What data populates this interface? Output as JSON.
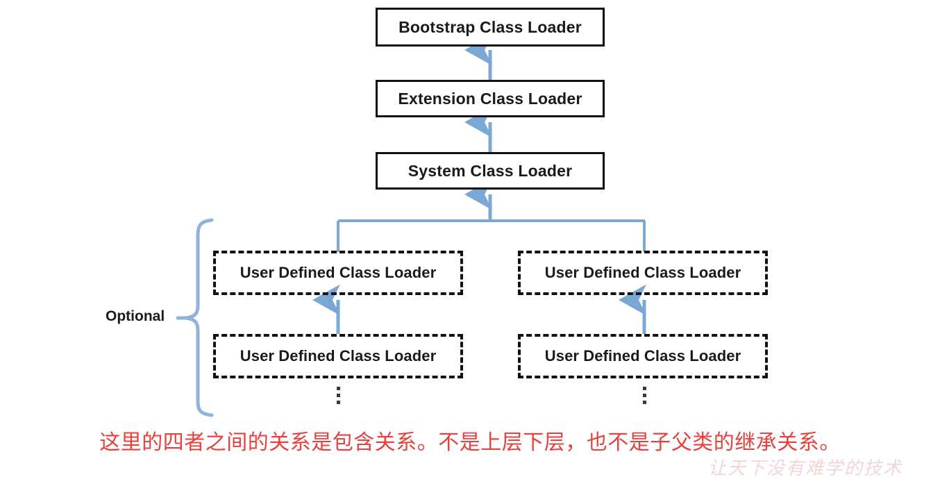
{
  "diagram": {
    "title_text": "",
    "colors": {
      "arrow": "#7ba7d4",
      "box_border": "#111111",
      "text": "#1a1a1a",
      "caption_red": "#e8413c",
      "watermark": "#f0cfcf",
      "background": "#ffffff"
    },
    "hierarchy_boxes": [
      {
        "label": "Bootstrap Class Loader",
        "style": "solid"
      },
      {
        "label": "Extension Class Loader",
        "style": "solid"
      },
      {
        "label": "System Class Loader",
        "style": "solid"
      }
    ],
    "user_boxes": [
      {
        "label": "User Defined Class Loader",
        "style": "dashed",
        "column": "left",
        "row": 1
      },
      {
        "label": "User Defined Class Loader",
        "style": "dashed",
        "column": "left",
        "row": 2
      },
      {
        "label": "User Defined Class Loader",
        "style": "dashed",
        "column": "right",
        "row": 1
      },
      {
        "label": "User Defined Class Loader",
        "style": "dashed",
        "column": "right",
        "row": 2
      }
    ],
    "brace": {
      "label": "Optional",
      "icon": "curly-brace-right"
    },
    "continuation": {
      "glyph": "vertical-ellipsis",
      "count": 2
    },
    "arrows": [
      {
        "from": "Extension Class Loader",
        "to": "Bootstrap Class Loader"
      },
      {
        "from": "System Class Loader",
        "to": "Extension Class Loader"
      },
      {
        "from": "User Defined Class Loader (left/right row 1)",
        "to": "System Class Loader"
      },
      {
        "from": "User Defined Class Loader (left row 2)",
        "to": "User Defined Class Loader (left row 1)"
      },
      {
        "from": "User Defined Class Loader (right row 2)",
        "to": "User Defined Class Loader (right row 1)"
      }
    ]
  },
  "caption": {
    "text": "这里的四者之间的关系是包含关系。不是上层下层，也不是子父类的继承关系。"
  },
  "watermark": {
    "text": "让天下没有难学的技术"
  }
}
